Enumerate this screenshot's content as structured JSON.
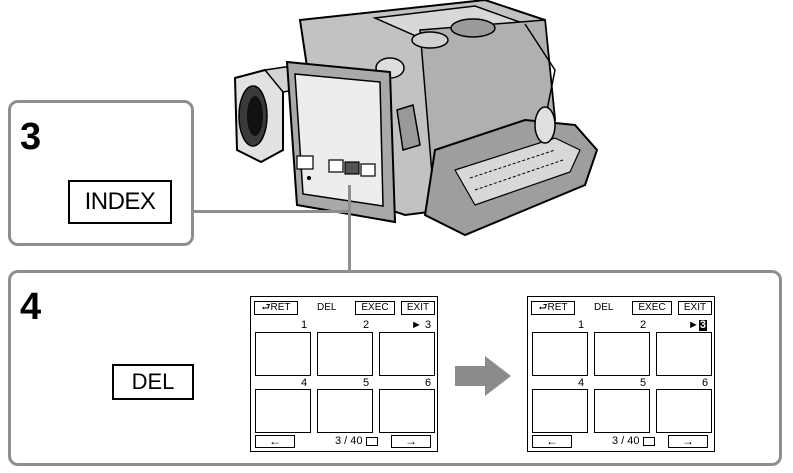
{
  "step3": {
    "number": "3",
    "button_label": "INDEX"
  },
  "step4": {
    "number": "4",
    "button_label": "DEL"
  },
  "screen_before": {
    "ret_label": "RET",
    "mode_label": "DEL",
    "exec_label": "EXEC",
    "exit_label": "EXIT",
    "thumb_numbers": [
      "1",
      "2",
      "3",
      "4",
      "5",
      "6"
    ],
    "selected_marker": "►",
    "count_text": "3 / 40",
    "left_arrow": "←",
    "right_arrow": "→"
  },
  "screen_after": {
    "ret_label": "RET",
    "mode_label": "DEL",
    "exec_label": "EXEC",
    "exit_label": "EXIT",
    "thumb_numbers": [
      "1",
      "2",
      "3",
      "4",
      "5",
      "6"
    ],
    "selected_marker": "►",
    "count_text": "3 / 40",
    "left_arrow": "←",
    "right_arrow": "→"
  },
  "colors": {
    "panel_border": "#8e8e8e",
    "camera_body": "#bdbdbd",
    "arrow": "#8a8a8a"
  }
}
